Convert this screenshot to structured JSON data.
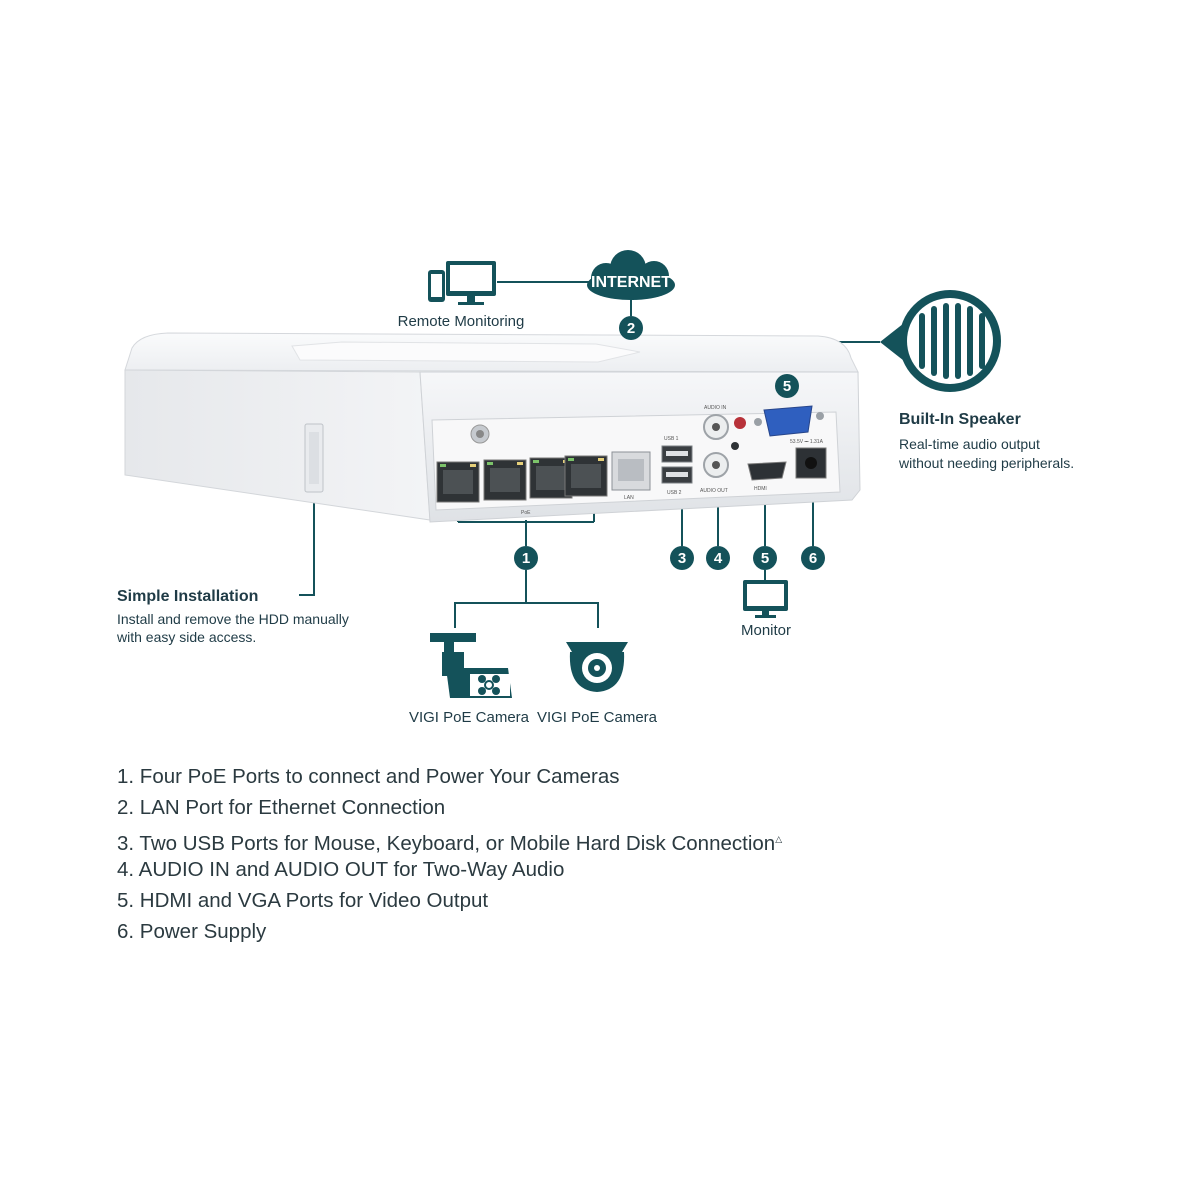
{
  "remote_monitoring": {
    "label": "Remote Monitoring"
  },
  "internet": {
    "label": "INTERNET"
  },
  "speaker": {
    "title": "Built-In Speaker",
    "desc_line1": "Real-time audio output",
    "desc_line2": "without needing peripherals."
  },
  "installation": {
    "title": "Simple Installation",
    "desc_line1": "Install and remove the HDD manually",
    "desc_line2": "with easy side access."
  },
  "monitor": {
    "label": "Monitor"
  },
  "cameras": [
    {
      "label": "VIGI PoE Camera"
    },
    {
      "label": "VIGI PoE Camera"
    }
  ],
  "callouts": [
    "1",
    "2",
    "3",
    "4",
    "5",
    "6",
    "5"
  ],
  "port_labels": {
    "poe": "PoE",
    "lan": "LAN",
    "usb1": "USB 1",
    "usb2": "USB 2",
    "audio_in": "AUDIO IN",
    "audio_out": "AUDIO OUT",
    "hdmi": "HDMI",
    "power": "53.5V ⎓ 1.31A"
  },
  "features": [
    {
      "text": "1. Four PoE Ports to connect and Power Your Cameras"
    },
    {
      "text": "2. LAN Port for Ethernet Connection"
    },
    {
      "text": "3. Two USB Ports for Mouse, Keyboard, or Mobile Hard Disk Connection",
      "mark": "△"
    },
    {
      "text": "4. AUDIO IN and AUDIO OUT for Two-Way Audio"
    },
    {
      "text": "5. HDMI and VGA Ports for Video Output"
    },
    {
      "text": "6. Power Supply"
    }
  ],
  "colors": {
    "teal": "#14525a",
    "text": "#1f3b46",
    "device": "#f2f3f5"
  }
}
